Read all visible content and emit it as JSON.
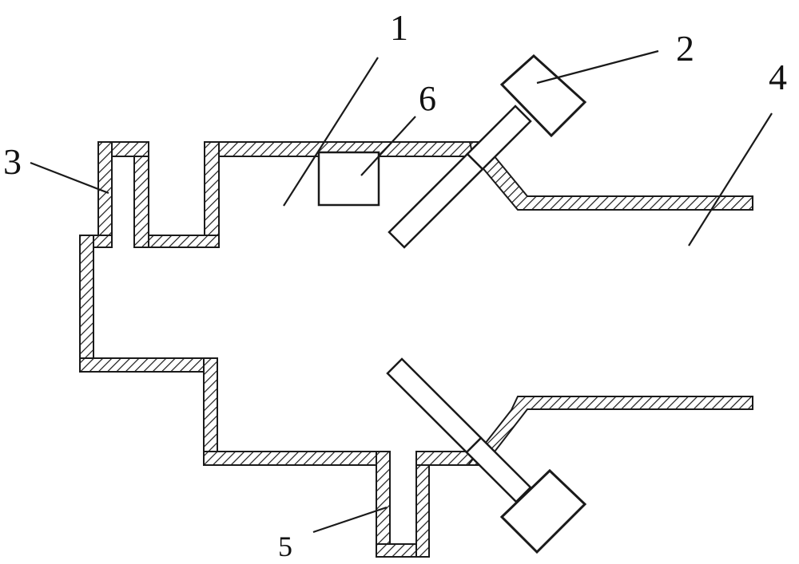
{
  "diagram": {
    "callouts": {
      "c1": "1",
      "c2": "2",
      "c3": "3",
      "c4": "4",
      "c5": "5",
      "c6": "6"
    }
  },
  "colors": {
    "line": "#1a1a1a",
    "background": "#ffffff"
  }
}
